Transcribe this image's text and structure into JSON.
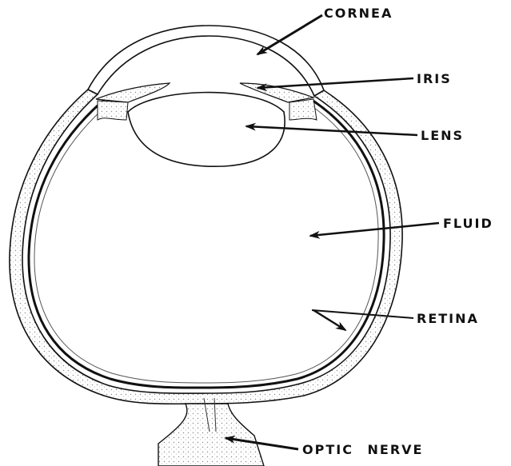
{
  "labels": {
    "cornea": "CORNEA",
    "iris": "IRIS",
    "lens": "LENS",
    "fluid": "FLUID",
    "retina": "RETINA",
    "optic_nerve": "OPTIC  NERVE"
  },
  "colors": {
    "ink": "#111111",
    "stipple": "#bdbdbd",
    "background": "#ffffff"
  }
}
